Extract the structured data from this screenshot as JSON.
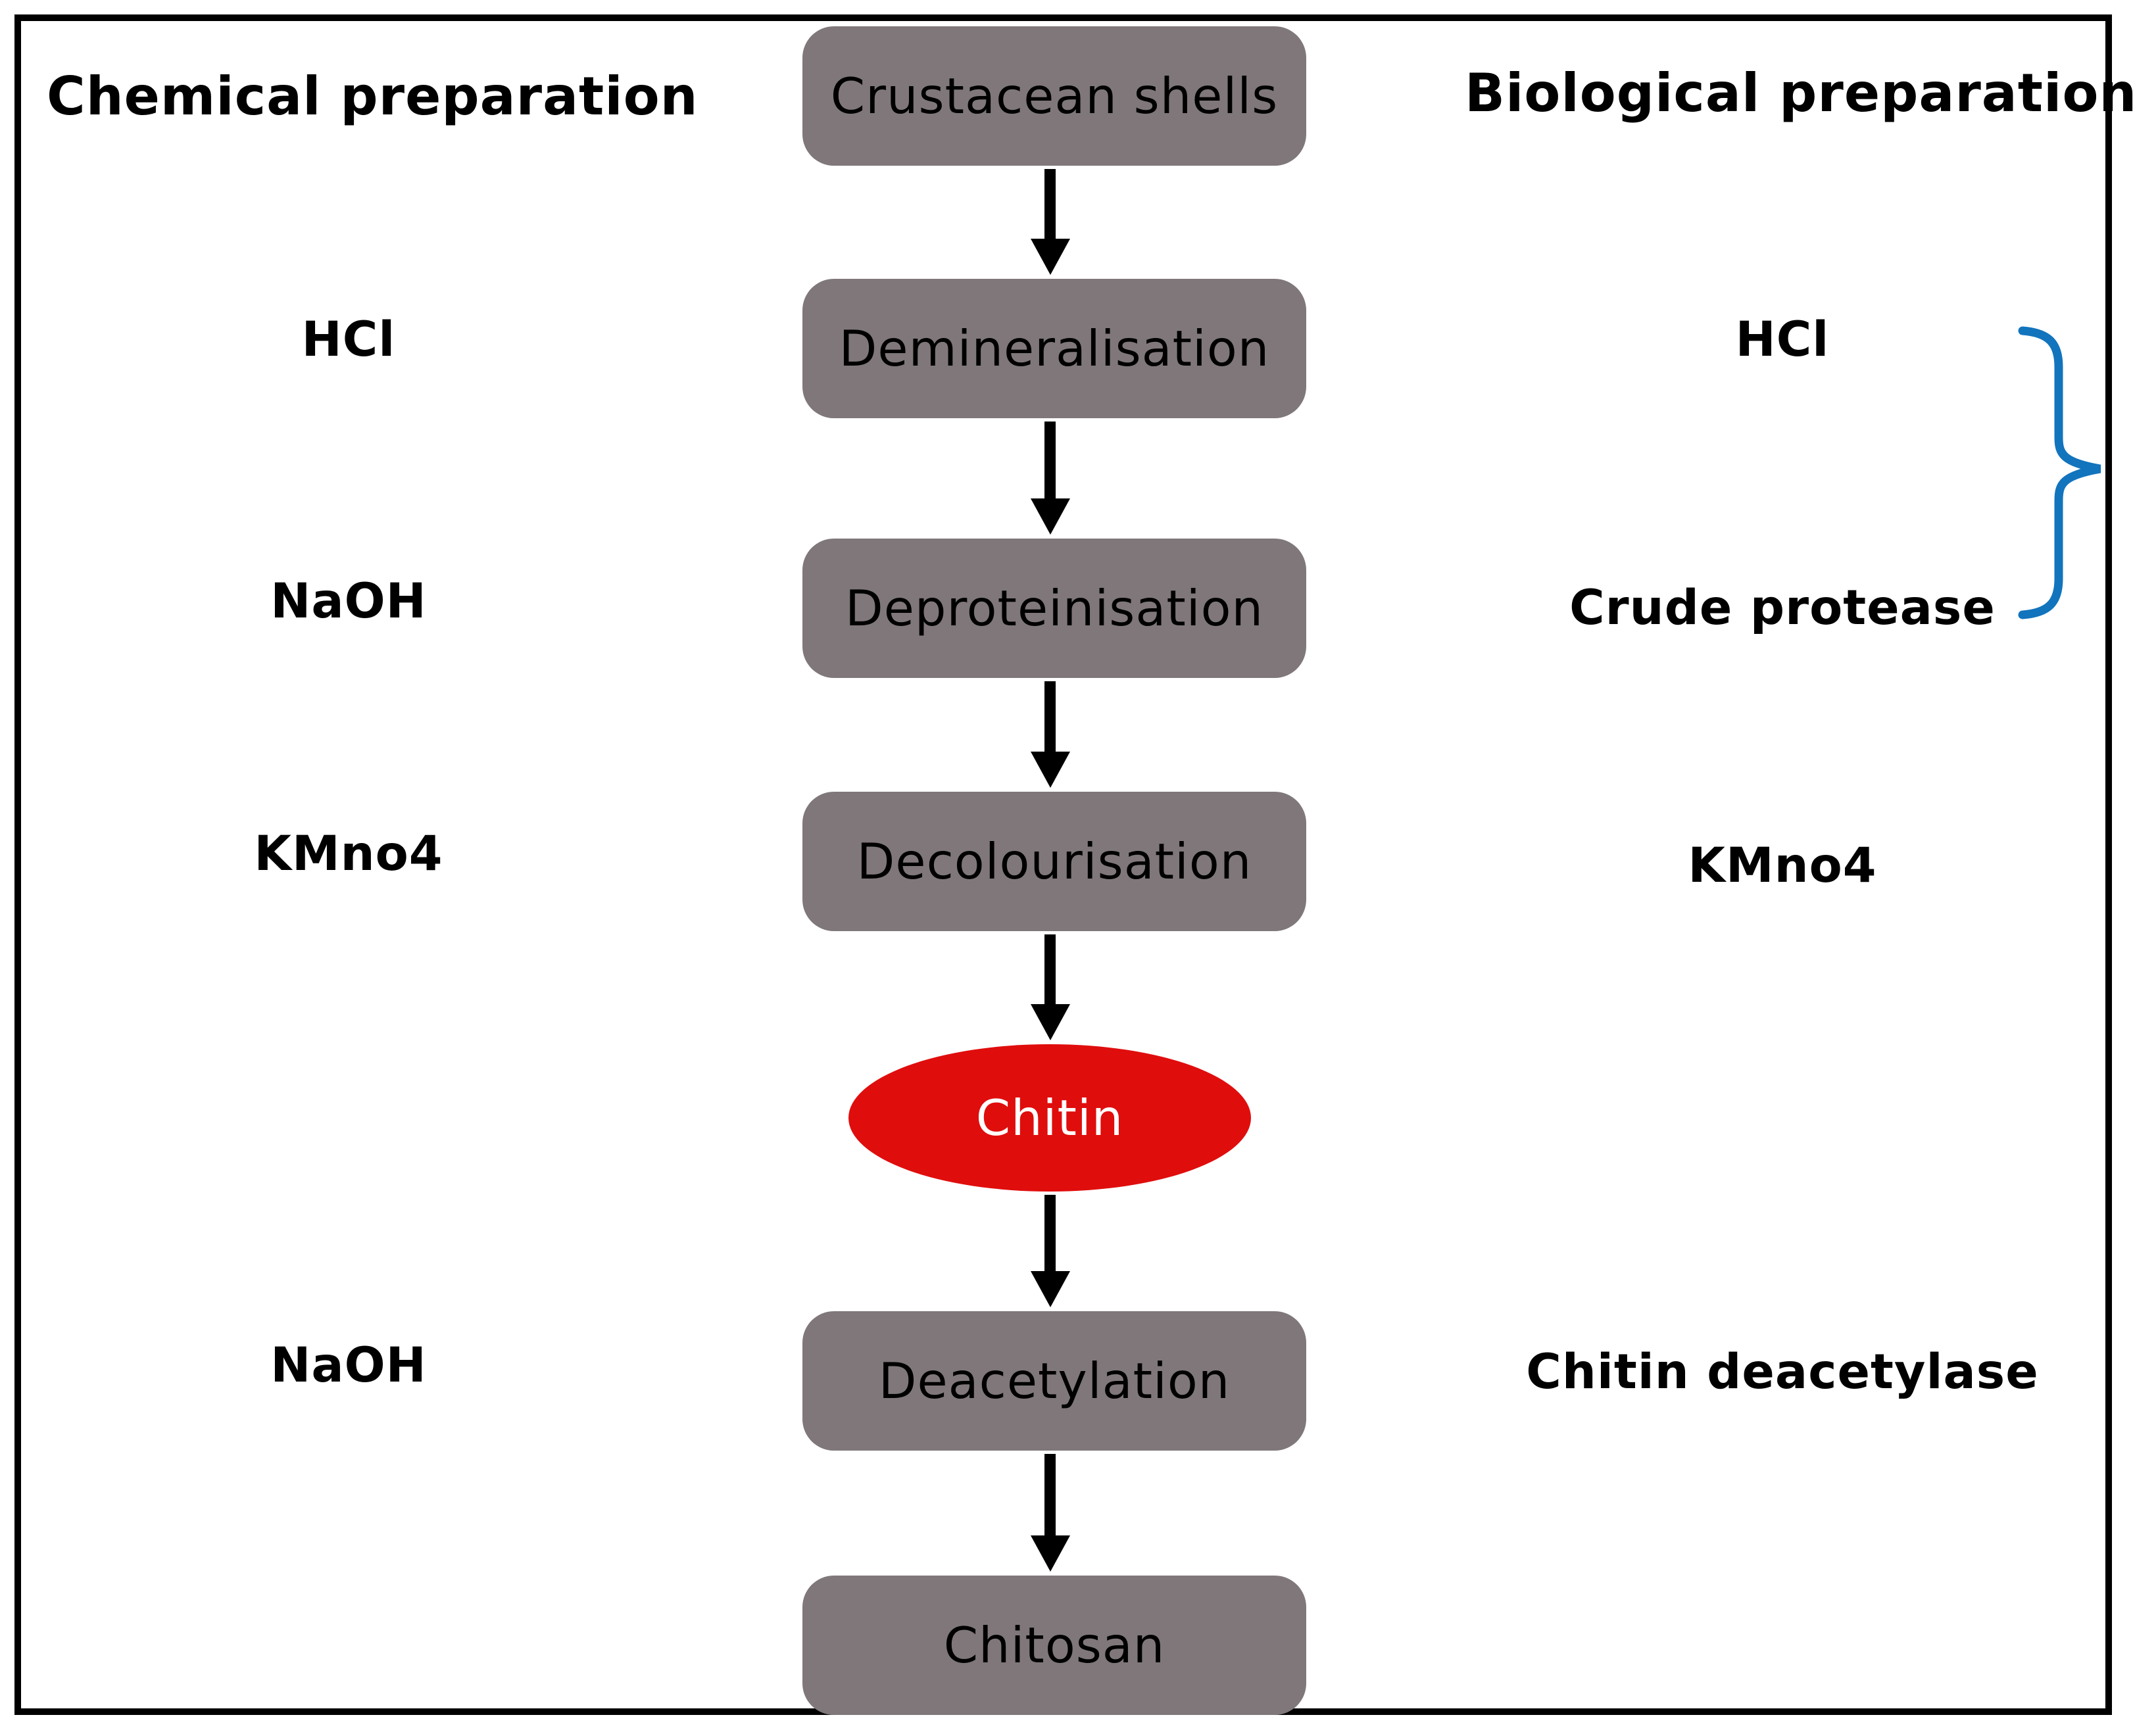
{
  "headers": {
    "left": "Chemical preparation",
    "right": "Biological preparation"
  },
  "flow": {
    "steps": [
      {
        "label": "Crustacean shells",
        "shape": "rounded-rect"
      },
      {
        "label": "Demineralisation",
        "shape": "rounded-rect"
      },
      {
        "label": "Deproteinisation",
        "shape": "rounded-rect"
      },
      {
        "label": "Decolourisation",
        "shape": "rounded-rect"
      },
      {
        "label": "Chitin",
        "shape": "ellipse"
      },
      {
        "label": "Deacetylation",
        "shape": "rounded-rect"
      },
      {
        "label": "Chitosan",
        "shape": "rounded-rect"
      }
    ]
  },
  "left_column": {
    "reagents": [
      "HCl",
      "NaOH",
      "KMno4",
      "NaOH"
    ]
  },
  "right_column": {
    "reagents": [
      "HCl",
      "Crude protease",
      "KMno4",
      "Chitin deacetylase"
    ]
  },
  "annotations": {
    "brace_meaning": "HCl and Crude protease grouped together"
  },
  "colors": {
    "node_gray": "#7f7779",
    "chitin_red": "#e00d0d",
    "chitin_text": "#ffffff",
    "brace_blue": "#1274bd",
    "arrow_black": "#000000",
    "border_black": "#000000",
    "background": "#ffffff"
  }
}
